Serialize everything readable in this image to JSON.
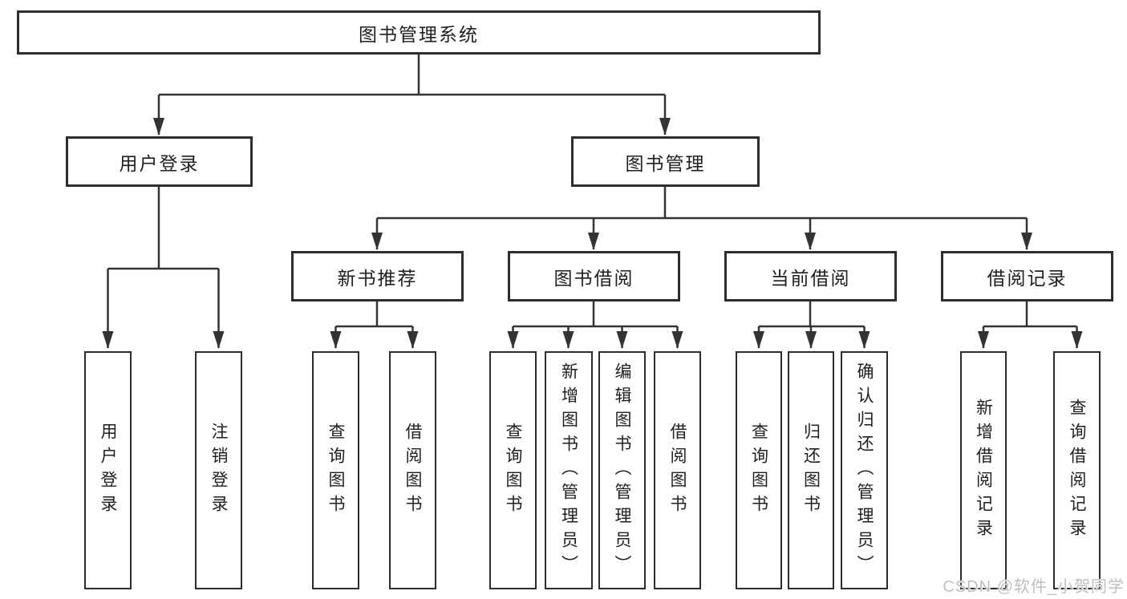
{
  "diagram": {
    "root": {
      "label": "图书管理系统"
    },
    "level2": [
      {
        "label": "用户登录"
      },
      {
        "label": "图书管理"
      }
    ],
    "level3": [
      {
        "label": "新书推荐"
      },
      {
        "label": "图书借阅"
      },
      {
        "label": "当前借阅"
      },
      {
        "label": "借阅记录"
      }
    ],
    "leaves": [
      {
        "label": "用户登录"
      },
      {
        "label": "注销登录"
      },
      {
        "label": "查询图书"
      },
      {
        "label": "借阅图书"
      },
      {
        "label": "查询图书"
      },
      {
        "label": "新增图书（管理员）"
      },
      {
        "label": "编辑图书（管理员）"
      },
      {
        "label": "借阅图书"
      },
      {
        "label": "查询图书"
      },
      {
        "label": "归还图书"
      },
      {
        "label": "确认归还（管理员）"
      },
      {
        "label": "新增借阅记录"
      },
      {
        "label": "查询借阅记录"
      }
    ]
  },
  "watermark": {
    "text": "CSDN @软件_小贺同学"
  },
  "colors": {
    "line": "#333333",
    "box_border": "#2d2d2d",
    "text": "#1f1f1f",
    "background": "#ffffff",
    "watermark": "#bfbfbf"
  }
}
